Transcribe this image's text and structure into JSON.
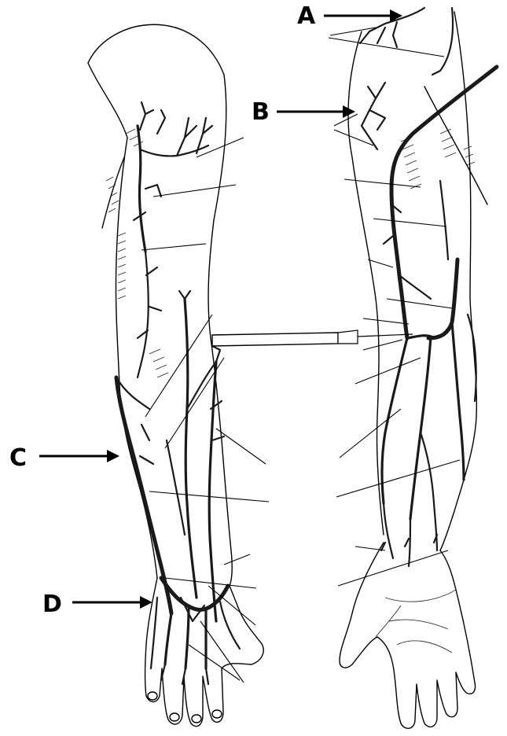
{
  "figure": {
    "markers": [
      {
        "id": "A",
        "label": "A"
      },
      {
        "id": "B",
        "label": "B"
      },
      {
        "id": "C",
        "label": "C"
      },
      {
        "id": "D",
        "label": "D"
      }
    ],
    "left_arm_view": "posterior-view",
    "right_arm_view": "anterior-view",
    "unlabeled_leader_count": 24,
    "palette": {
      "ink": "#000000",
      "vein": "#1a1a1a",
      "background": "#ffffff"
    }
  }
}
